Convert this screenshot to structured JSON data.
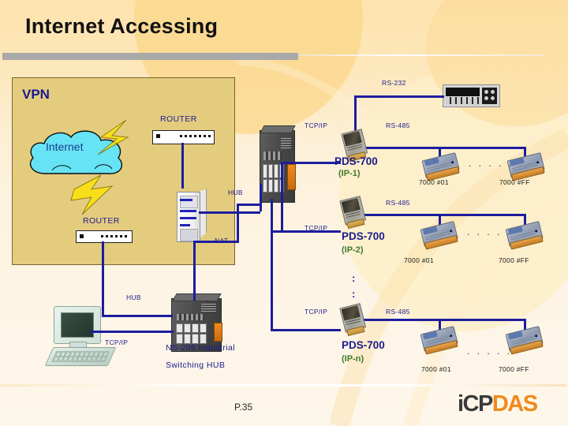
{
  "slide": {
    "title": "Internet Accessing",
    "page_number": "P.35",
    "brand": {
      "part1": "iCP",
      "part2": "DAS"
    }
  },
  "vpn": {
    "label": "VPN",
    "cloud_label": "Internet",
    "router_top_label": "ROUTER",
    "router_bottom_label": "ROUTER"
  },
  "labels": {
    "rs232": "RS-232",
    "tcpip_top": "TCP/IP",
    "rs485_1": "RS-485",
    "rs485_2": "RS-485",
    "rs485_3": "RS-485",
    "hub_top": "HUB",
    "hub_bottom": "HUB",
    "nat": "NAT",
    "tcpip_2": "TCP/IP",
    "tcpip_3": "TCP/IP",
    "tcpip_pc": "TCP/IP",
    "switch_line1": "NS-208 Industrial",
    "switch_line2": "Switching HUB",
    "vdots_1": ":",
    "vdots_2": ":"
  },
  "branches": [
    {
      "device": "PDS-700",
      "ip": "(IP-1)",
      "first_module": "7000 #01",
      "last_module": "7000 #FF",
      "ellipsis": ". . . . ."
    },
    {
      "device": "PDS-700",
      "ip": "(IP-2)",
      "first_module": "7000 #01",
      "last_module": "7000 #FF",
      "ellipsis": ". . . . ."
    },
    {
      "device": "PDS-700",
      "ip": "(IP-n)",
      "first_module": "7000 #01",
      "last_module": "7000 #FF",
      "ellipsis": ". . . . ."
    }
  ],
  "colors": {
    "wire": "#1d1d9e",
    "vpn_box": "#e4cc7f",
    "label_blue": "#1b1b8f",
    "ip_green": "#3f7a27",
    "brand_orange": "#f08a1c",
    "rule_gray": "#a9a9a9",
    "cloud": "#66e3f5"
  }
}
